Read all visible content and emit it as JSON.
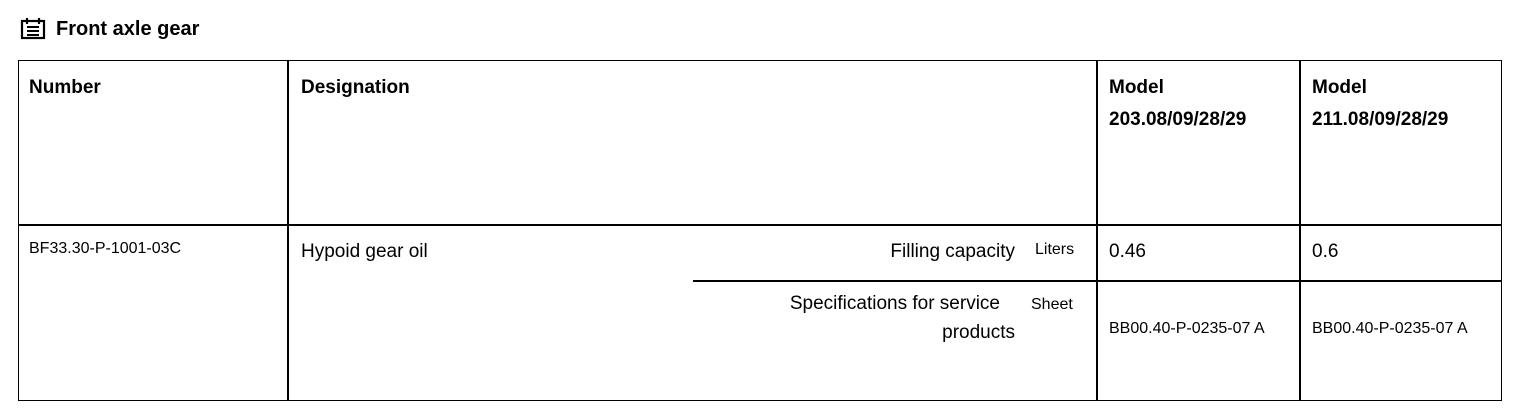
{
  "section": {
    "title": "Front axle gear",
    "icon": "document-list-icon"
  },
  "table": {
    "headers": {
      "number": "Number",
      "designation": "Designation",
      "model1_label": "Model",
      "model1_code": "203.08/09/28/29",
      "model2_label": "Model",
      "model2_code": "211.08/09/28/29"
    },
    "row": {
      "number": "BF33.30-P-1001-03C",
      "designation": "Hypoid gear oil",
      "filling_capacity_label": "Filling capacity",
      "filling_capacity_unit": "Liters",
      "filling_capacity_model1": "0.46",
      "filling_capacity_model2": "0.6",
      "spec_label_line1": "Specifications for service",
      "spec_label_line2": "products",
      "spec_unit": "Sheet",
      "spec_model1": "BB00.40-P-0235-07 A",
      "spec_model2": "BB00.40-P-0235-07 A"
    }
  }
}
